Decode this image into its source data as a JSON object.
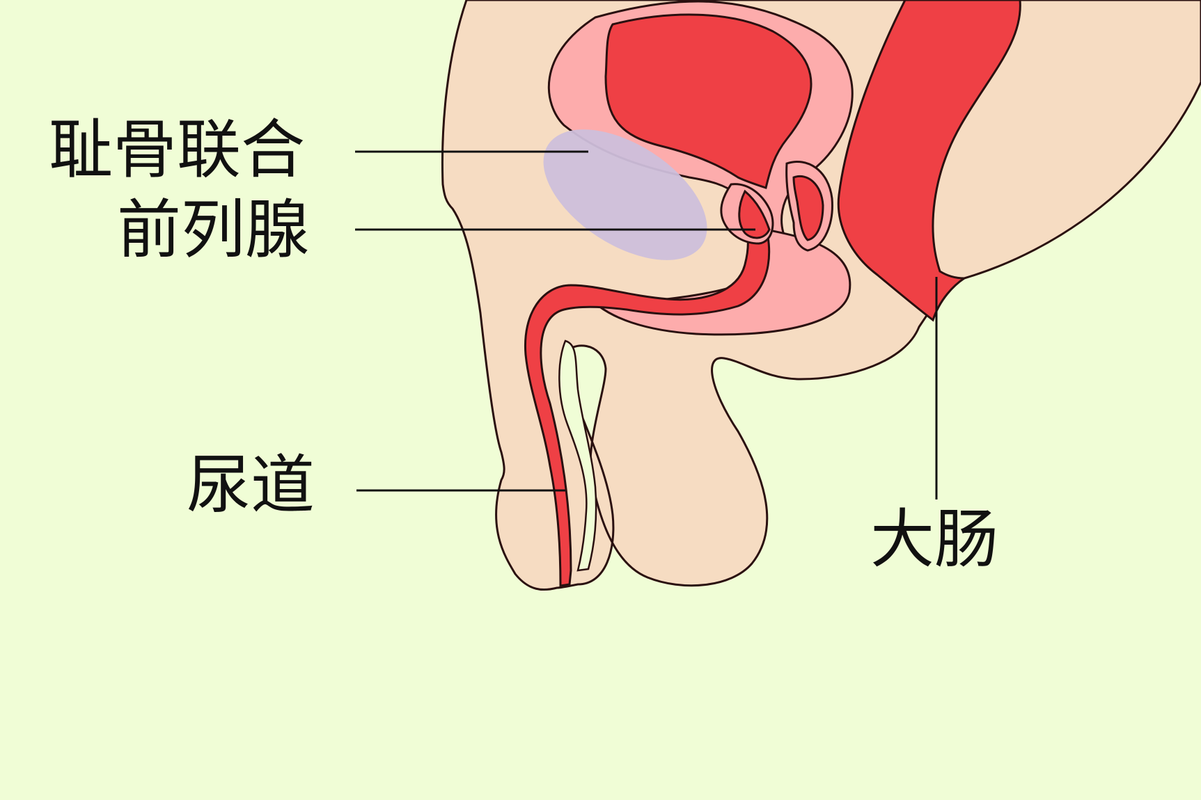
{
  "labels": {
    "pubic_symphysis": "耻骨联合",
    "prostate": "前列腺",
    "urethra": "尿道",
    "large_intestine": "大肠"
  },
  "colors": {
    "background": "#f0fdd6",
    "skin": "#f6dcc2",
    "organ_red": "#ef4045",
    "organ_pink": "#fdacac",
    "prostate_purple": "#cdbfdb",
    "outline": "#2a1010",
    "leader_line": "#111111"
  }
}
